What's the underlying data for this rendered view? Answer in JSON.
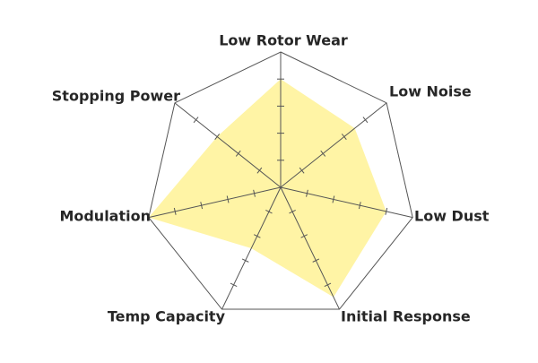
{
  "chart_data": {
    "type": "radar",
    "categories": [
      "Low Rotor Wear",
      "Low Noise",
      "Low Dust",
      "Initial Response",
      "Temp Capacity",
      "Modulation",
      "Stopping Power"
    ],
    "series": [
      {
        "values": [
          8.0,
          7.0,
          8.0,
          9.0,
          5.0,
          10.0,
          6.0
        ],
        "color": "#fff3a0"
      }
    ],
    "range": [
      0,
      10
    ],
    "tick_count": 5,
    "grid_shape": "polygon",
    "outline_color": "#555555",
    "tick_color": "#555555"
  }
}
